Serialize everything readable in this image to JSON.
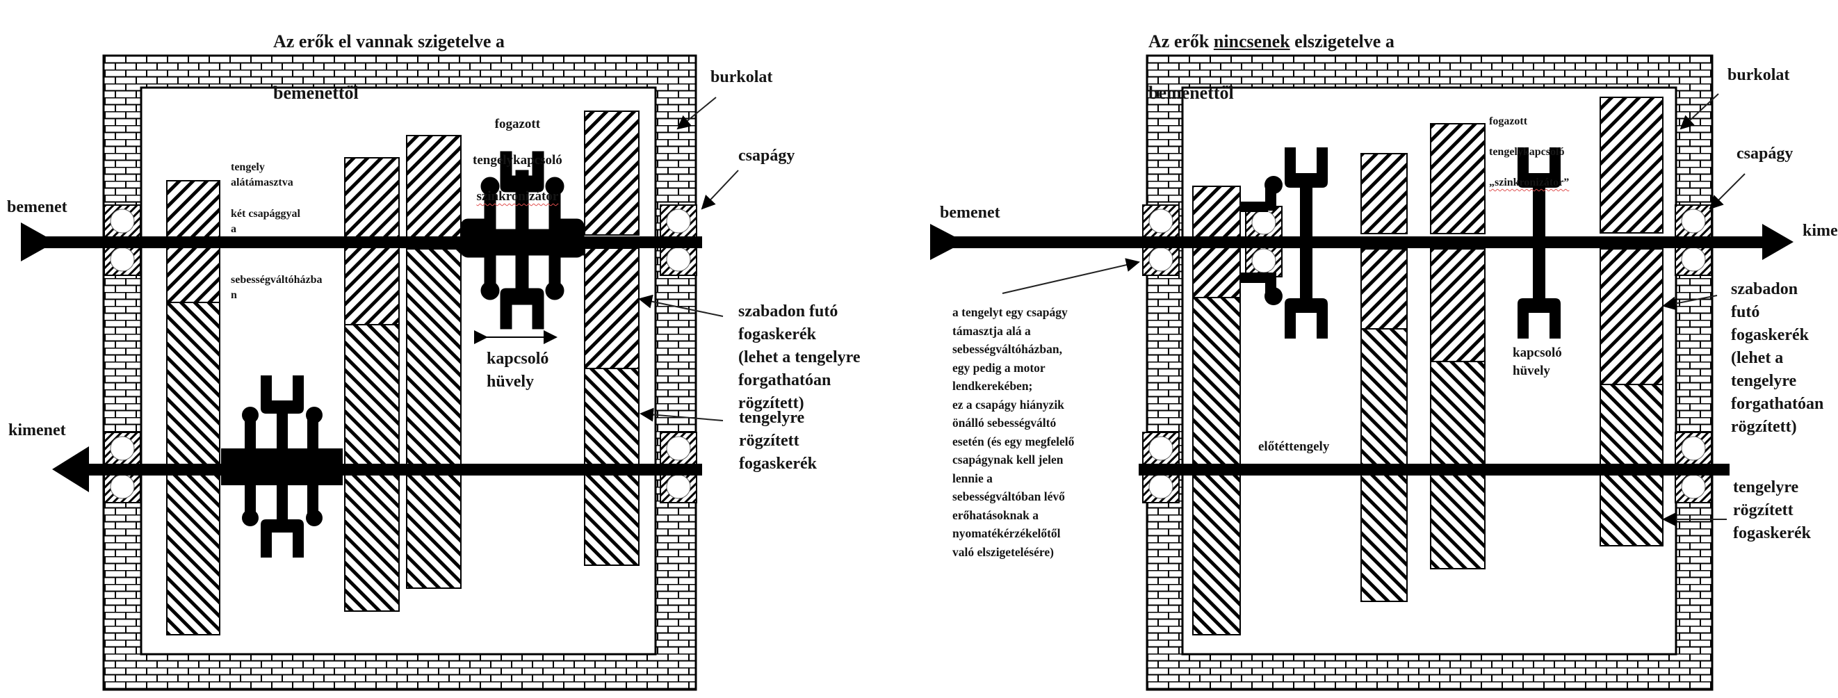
{
  "left_panel": {
    "title_line1": "Az erők el vannak szigetelve a",
    "title_line2": "bemenettől",
    "labels": {
      "input": "bemenet",
      "output": "kimenet",
      "housing": "burkolat",
      "bearing": "csapágy",
      "shaft_support": "tengely\nalátámasztva",
      "shaft_support_2": "két csapággyal\na",
      "shaft_support_3": "sebességváltóházba\nn",
      "clutch_line1": "fogazott",
      "clutch_line2": "tengelykapcsoló",
      "clutch_line3": "szinkronizátor",
      "sleeve": "kapcsoló\nhüvely",
      "free_gear": "szabadon futó\nfogaskerék\n(lehet a tengelyre\nforgathatóan\nrögzített)",
      "fixed_gear": "tengelyre\nrögzített\nfogaskerék"
    }
  },
  "right_panel": {
    "title_prefix": "Az erők ",
    "title_underlined": "nincsenek",
    "title_suffix": " elszigetelve a",
    "title_line2": "bemenettől",
    "labels": {
      "input": "bemenet",
      "output": "kime",
      "housing": "burkolat",
      "bearing": "csapágy",
      "clutch_line1": "fogazott",
      "clutch_line2": "tengelykapcsoló",
      "clutch_line3": "„szinkronizátor”",
      "sleeve": "kapcsoló\nhüvely",
      "countershaft": "előtéttengely",
      "free_gear": "szabadon\nfutó\nfogaskerék\n(lehet a\ntengelyre\nforgathatóan\nrögzített)",
      "fixed_gear": "tengelyre\nrögzített\nfogaskerék",
      "note": "a tengelyt egy csapágy\ntámasztja alá a\nsebességváltóházban,\negy pedig a motor\nlendkerekében;\nez a csapágy hiányzik\nönálló sebességváltó\nesetén (és egy megfelelő\ncsapágynak kell jelen\nlennie a\nsebességváltóban lévő\nerőhatásoknak a\nnyomatékérzékelőtől\nvaló elszigetelésére)"
    }
  }
}
